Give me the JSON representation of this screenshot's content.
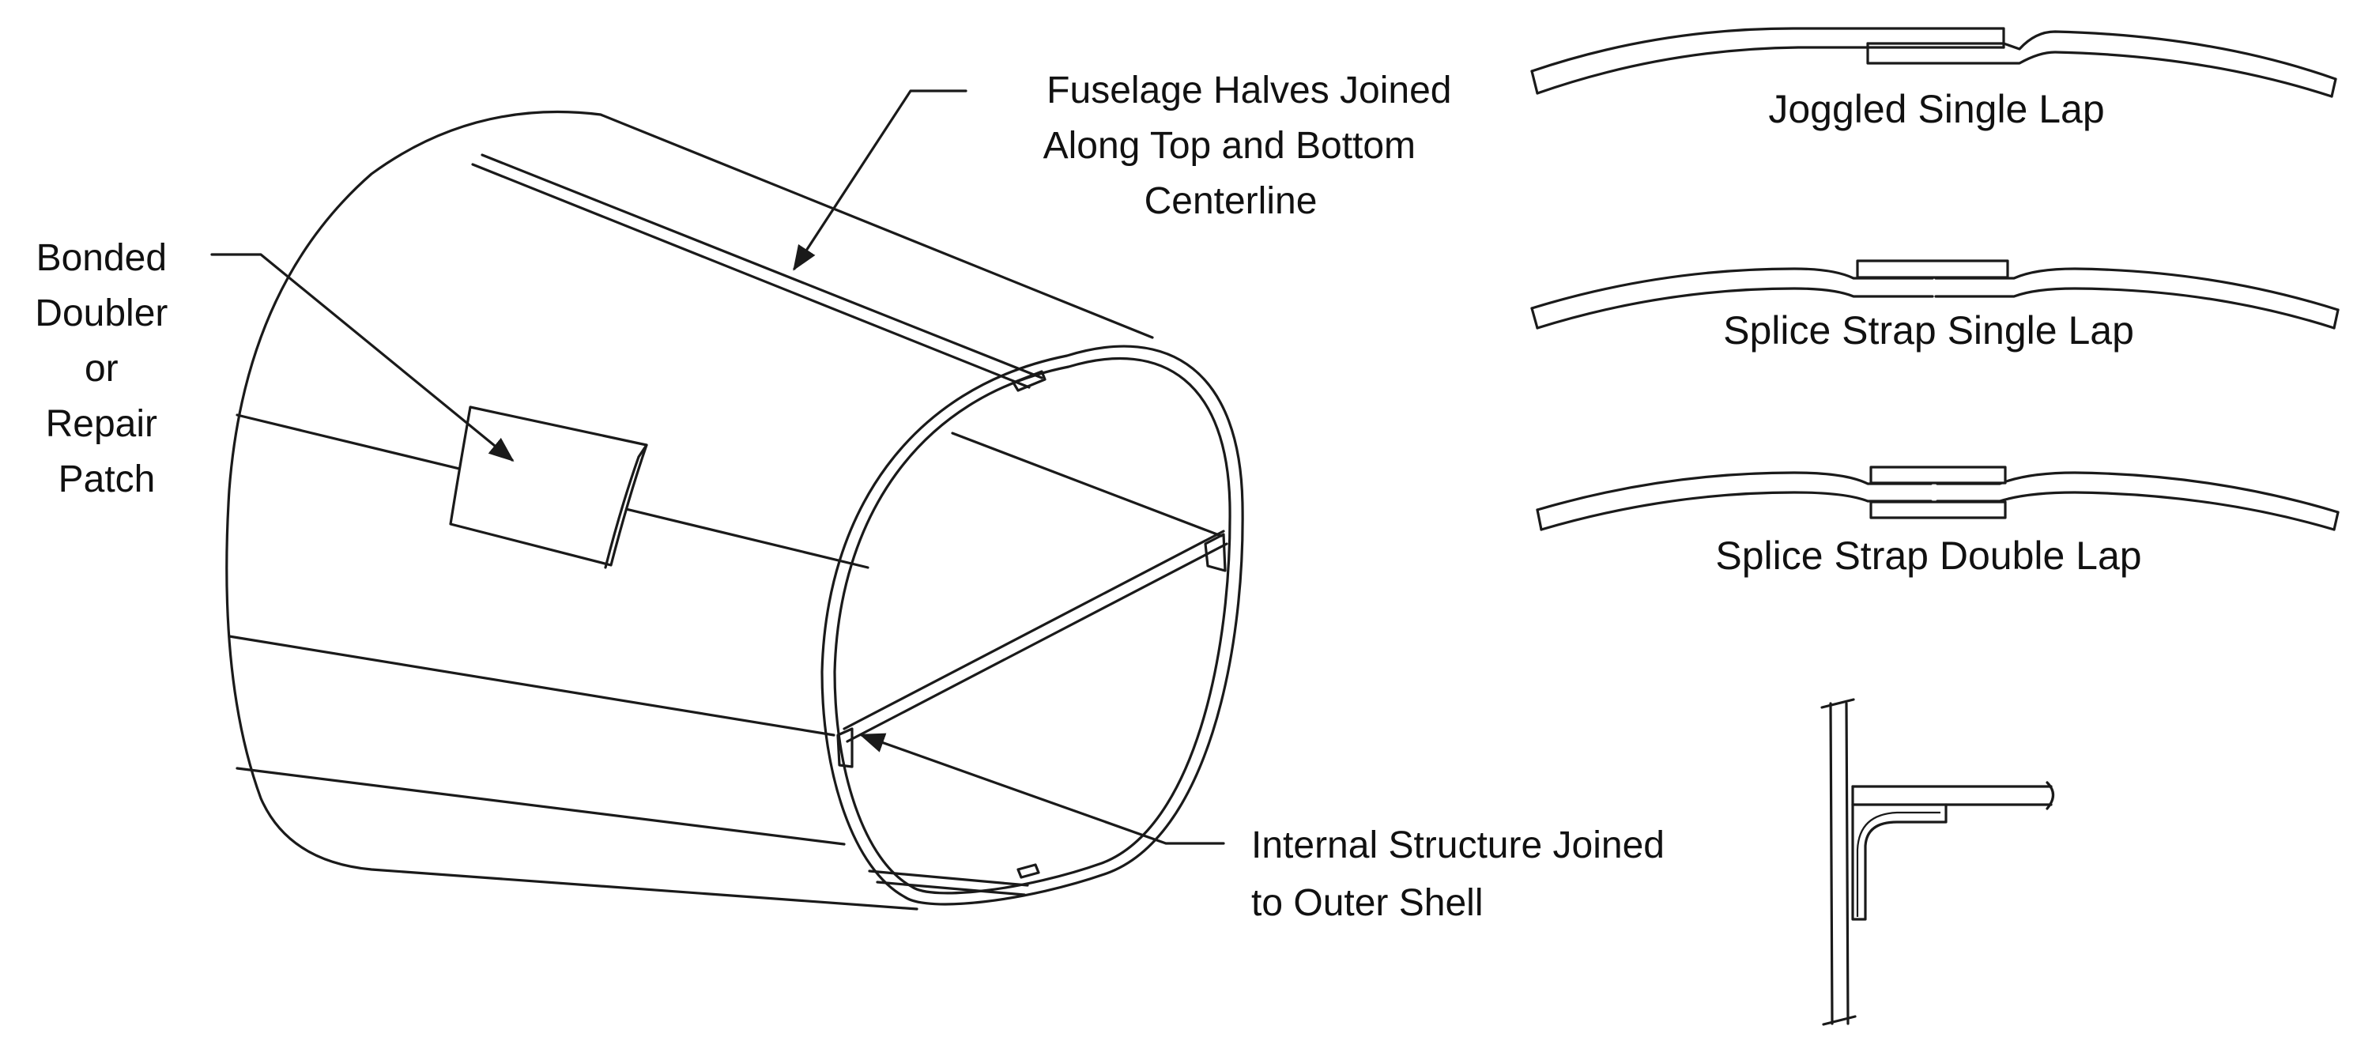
{
  "labels": {
    "fuselage_halves": [
      "Fuselage Halves Joined",
      "Along Top and Bottom",
      "Centerline"
    ],
    "bonded_doubler": [
      "Bonded",
      "Doubler",
      "or",
      "Repair",
      "Patch"
    ],
    "internal_structure": [
      "Internal Structure Joined",
      "to Outer Shell"
    ]
  },
  "joint_types": [
    "Joggled Single Lap",
    "Splice Strap Single Lap",
    "Splice Strap Double Lap"
  ]
}
